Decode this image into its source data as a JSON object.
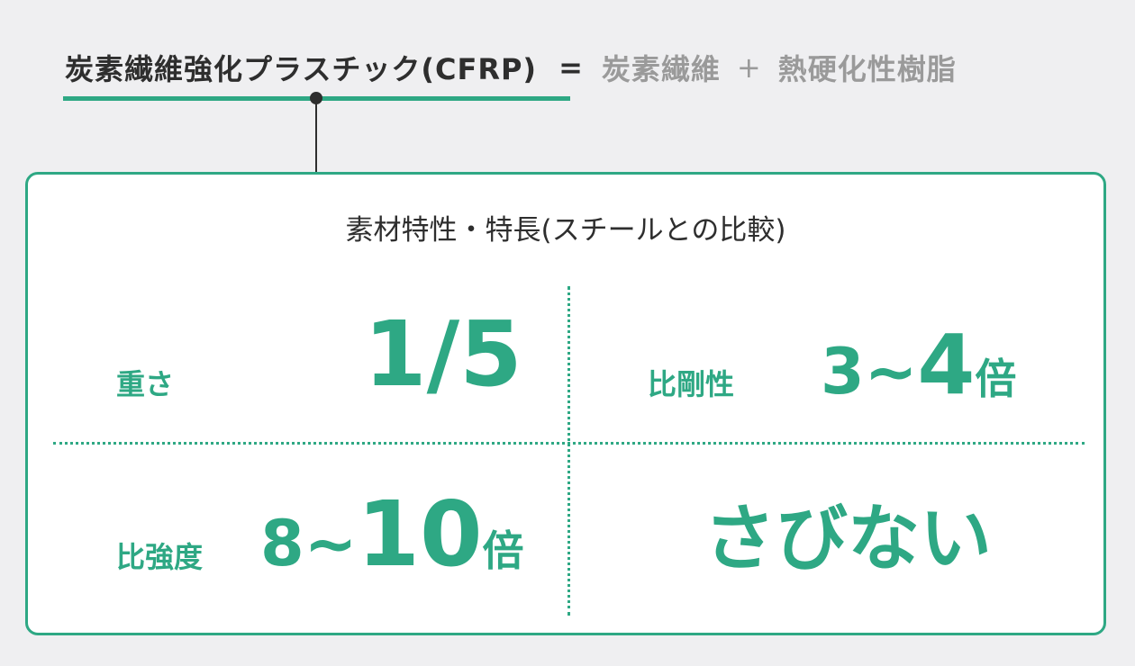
{
  "header": {
    "title": "炭素繊維強化プラスチック(CFRP)",
    "equals": "=",
    "component_1": "炭素繊維",
    "plus": "+",
    "component_2": "熱硬化性樹脂"
  },
  "card": {
    "heading": "素材特性・特長(スチールとの比較)",
    "cells": [
      {
        "label": "重さ",
        "value": "1/5"
      },
      {
        "label": "比剛性",
        "value_small": "3~",
        "value_big": "4",
        "unit": "倍"
      },
      {
        "label": "比強度",
        "value_small": "8~",
        "value_big": "10",
        "unit": "倍"
      },
      {
        "label": "",
        "value": "さびない"
      }
    ]
  },
  "colors": {
    "accent": "#2ea884",
    "text": "#2e2e2e",
    "muted": "#9a9a9a",
    "background": "#efeff1"
  }
}
